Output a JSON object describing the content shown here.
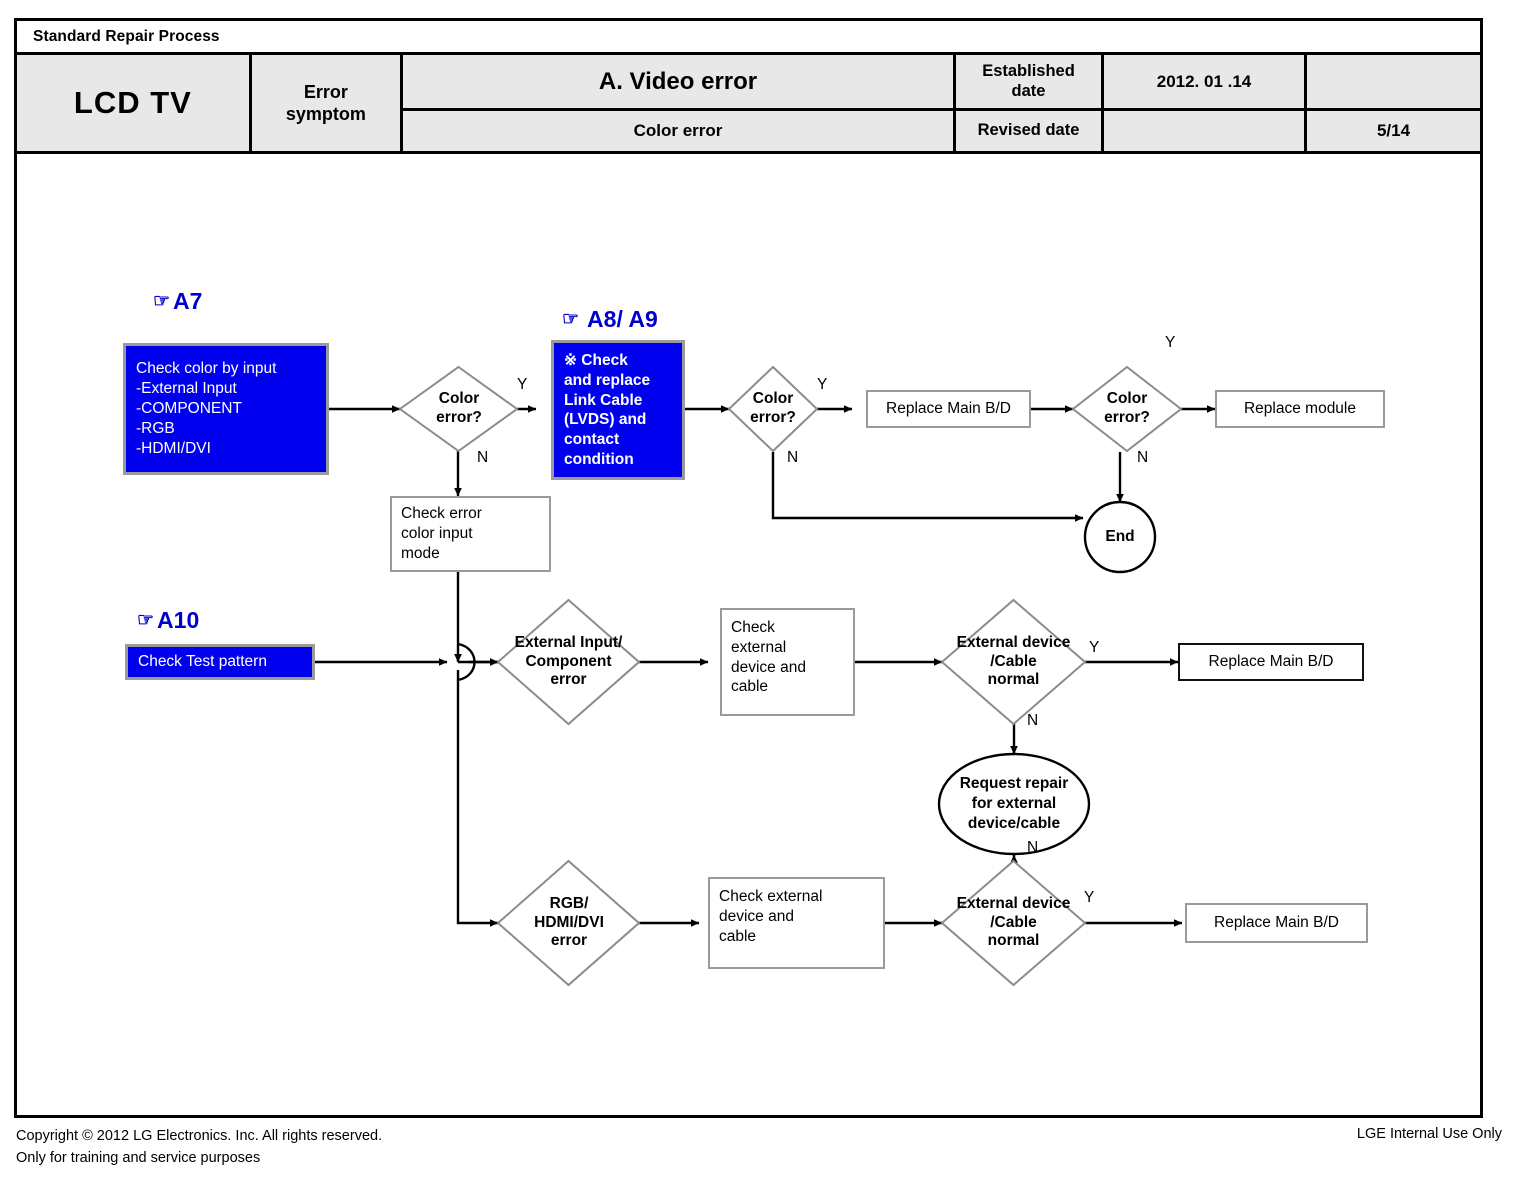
{
  "header": {
    "doc_title": "Standard Repair Process",
    "model": "LCD  TV",
    "symptom_label": "Error\nsymptom",
    "error_name": "A. Video error",
    "error_sub": "Color error",
    "established_label": "Established\ndate",
    "established_date": "2012. 01 .14",
    "revised_label": "Revised date",
    "revised_date": "",
    "extra_cell": "",
    "page": "5/14"
  },
  "tags": {
    "a7": "A7",
    "a8a9": "A8/ A9",
    "a10": "A10",
    "hand_icon": "☞"
  },
  "nodes": {
    "check_color_by_input": "Check color by input\n-External Input\n-COMPONENT\n-RGB\n-HDMI/DVI",
    "color_error_1": "Color\nerror?",
    "check_replace_link_cable": "※ Check\nand replace\nLink Cable\n(LVDS) and\ncontact\ncondition",
    "color_error_2": "Color\nerror?",
    "replace_main_bd_1": "Replace Main B/D",
    "color_error_3": "Color\nerror?",
    "replace_module": "Replace module",
    "end": "End",
    "check_error_color_input_mode": "Check error\ncolor input\nmode",
    "check_test_pattern": "Check Test pattern",
    "external_input_component_error": "External Input/\nComponent\nerror",
    "check_external_device_and_cable_1": "Check\nexternal\ndevice and\ncable",
    "external_device_cable_normal_1": "External device\n/Cable\nnormal",
    "replace_main_bd_2": "Replace Main B/D",
    "request_repair": "Request repair\nfor external\ndevice/cable",
    "rgb_hdmi_dvi_error": "RGB/\nHDMI/DVI\nerror",
    "check_external_device_and_cable_2": "Check external\ndevice and\ncable",
    "external_device_cable_normal_2": "External device\n/Cable\nnormal",
    "replace_main_bd_3": "Replace Main B/D"
  },
  "branch_labels": {
    "y1": "Y",
    "n1": "N",
    "y2": "Y",
    "n2": "N",
    "y3": "Y",
    "n3": "N",
    "y4": "Y",
    "n4": "N",
    "n5": "N",
    "y5": "Y"
  },
  "footer": {
    "copyright_line1": "Copyright © 2012 LG Electronics. Inc. All rights reserved.",
    "copyright_line2": "Only for training and service purposes",
    "internal_use": "LGE Internal Use Only"
  },
  "colors": {
    "blue_fill": "#0000EE",
    "tag_blue": "#0000CC",
    "grey_border": "#9a9a9a",
    "header_fill": "#e8e8e8"
  }
}
